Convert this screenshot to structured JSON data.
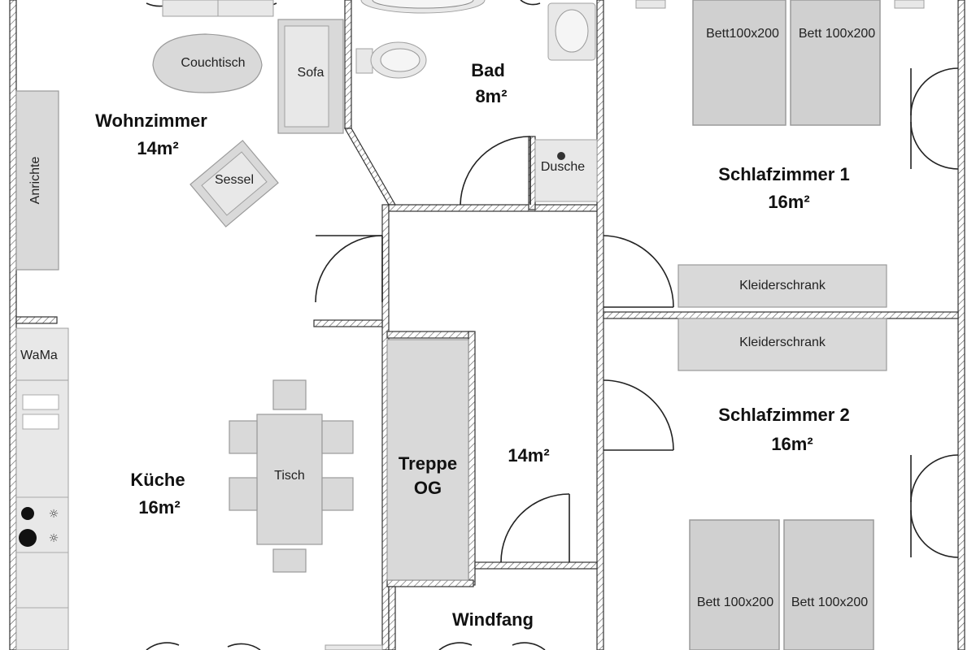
{
  "rooms": {
    "wohnzimmer": {
      "name": "Wohnzimmer",
      "area": "14m²"
    },
    "bad": {
      "name": "Bad",
      "area": "8m²"
    },
    "schlafzimmer1": {
      "name": "Schlafzimmer 1",
      "area": "16m²"
    },
    "schlafzimmer2": {
      "name": "Schlafzimmer 2",
      "area": "16m²"
    },
    "kueche": {
      "name": "Küche",
      "area": "16m²"
    },
    "treppe": {
      "line1": "Treppe",
      "line2": "OG"
    },
    "flur": {
      "area": "14m²"
    },
    "windfang": {
      "name": "Windfang"
    }
  },
  "furniture": {
    "couchtisch": "Couchtisch",
    "sofa": "Sofa",
    "sessel": "Sessel",
    "anrichte": "Anrichte",
    "dusche": "Dusche",
    "bett_1a": "Bett100x200",
    "bett_1b": "Bett 100x200",
    "kleiderschrank_1": "Kleiderschrank",
    "kleiderschrank_2": "Kleiderschrank",
    "wama": "WaMa",
    "tisch": "Tisch",
    "bett_2a": "Bett 100x200",
    "bett_2b": "Bett 100x200"
  },
  "colors": {
    "furniture_fill": "#d9d9d9",
    "wall_stroke": "#333333",
    "background": "#ffffff"
  }
}
